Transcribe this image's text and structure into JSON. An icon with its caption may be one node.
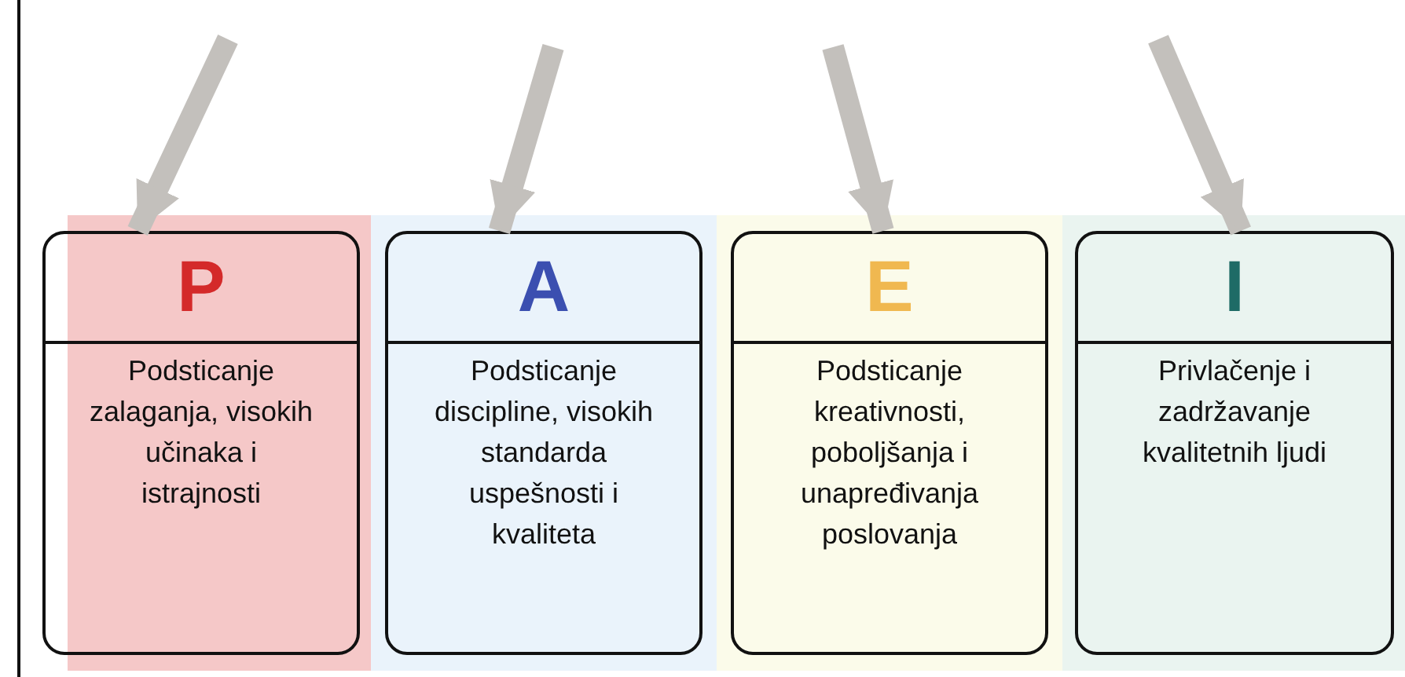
{
  "diagram": {
    "nodes": [
      {
        "text": [
          "P",
          "Podsticanje zalaganja, visokih učinaka i istrajnosti"
        ]
      },
      {
        "text": [
          "A",
          "Podsticanje discipline, visokih standarda uspešnosti i kvaliteta"
        ]
      },
      {
        "text": [
          "E",
          "Podsticanje kreativnosti, poboljšanja i unapređivanja poslovanja"
        ]
      },
      {
        "text": [
          "I",
          "Privlačenje i zadržavanje kvalitetnih ljudi"
        ]
      }
    ],
    "edges": [
      {
        "from": null,
        "to": 0,
        "arrow": "to"
      },
      {
        "from": null,
        "to": 1,
        "arrow": "to"
      },
      {
        "from": null,
        "to": 2,
        "arrow": "to"
      },
      {
        "from": null,
        "to": 3,
        "arrow": "to"
      }
    ]
  }
}
